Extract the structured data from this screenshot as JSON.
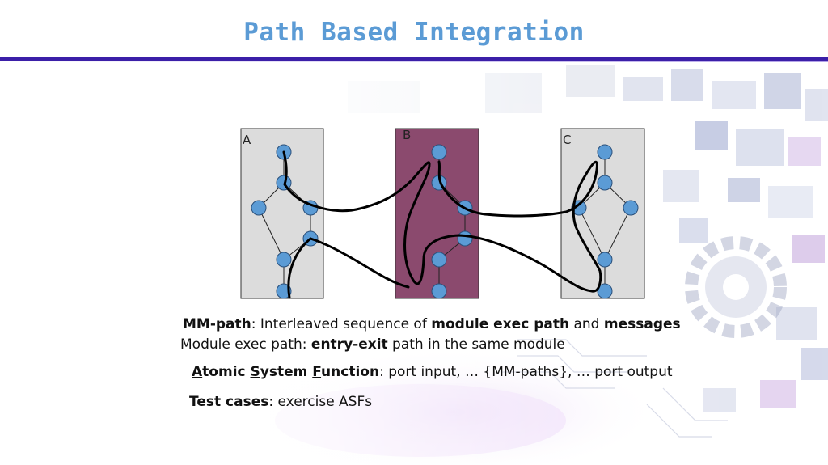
{
  "slide": {
    "title": "Path Based Integration"
  },
  "diagram": {
    "modules": [
      {
        "label": "A"
      },
      {
        "label": "B"
      },
      {
        "label": "C"
      }
    ]
  },
  "text": {
    "mm_path": {
      "term": "MM-path",
      "rest_1": ": Interleaved sequence of ",
      "bold_1": "module exec path",
      "rest_2": " and ",
      "bold_2": "messages"
    },
    "exec_path": {
      "lead": "Module exec path: ",
      "bold": "entry-exit",
      "rest": " path in the same module"
    },
    "asf": {
      "a_letter": "A",
      "a_rest": "tomic ",
      "s_letter": "S",
      "s_rest": "ystem ",
      "f_letter": "F",
      "f_rest": "unction",
      "rest": ": port input, … {MM-paths}, … port output"
    },
    "test_cases": {
      "term": "Test cases",
      "rest": ": exercise ASFs"
    }
  },
  "colors": {
    "title": "#5b9bd5",
    "rule": "#3b1fa8",
    "module_fill": "#dcdcdc",
    "module_b_fill": "#8b4a6e",
    "node_fill": "#5b9bd5",
    "path_stroke": "#000000"
  }
}
